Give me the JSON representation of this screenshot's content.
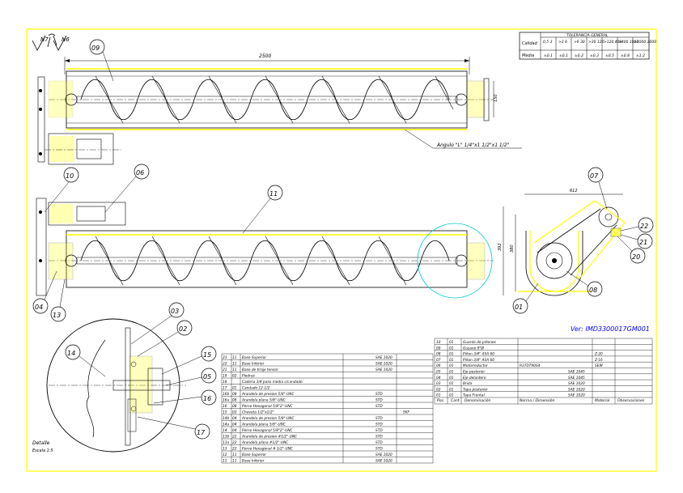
{
  "finish_symbols": [
    "N7",
    "N6"
  ],
  "tolerance_table": {
    "title": "TOLERANCIA GENERAL",
    "header_label": "Calidad",
    "ranges": [
      "0,5\n3",
      ">3\n6",
      ">6\n30",
      ">30\n120",
      ">120\n400",
      ">400\n1000",
      ">1000\n2000"
    ],
    "row_label": "Media",
    "values": [
      "±0,1",
      "±0,1",
      "±0,2",
      "±0,3",
      "±0,5",
      "±0,8",
      "±1,2"
    ]
  },
  "dimensions": {
    "length": "2500",
    "end_height": "150",
    "width_side": "612",
    "height_side": "392",
    "height_side_inner": "380"
  },
  "angle_note": "Angulo \"L\" 1/4\"x1 1/2\"x1 1/2\"",
  "balloons": [
    "09",
    "10",
    "06",
    "11",
    "04",
    "13",
    "07",
    "22",
    "21",
    "20",
    "08",
    "01",
    "03",
    "02",
    "14",
    "15",
    "05",
    "16",
    "17"
  ],
  "detail_label": "Detalle",
  "detail_scale": "Escala 1:5",
  "ref_code": "Ver: IMD3300017GM001",
  "parts_left": [
    {
      "item": "23",
      "qty": "11",
      "desc": "Base Superior",
      "norm": "SAE 1020",
      "mat": ""
    },
    {
      "item": "22",
      "qty": "11",
      "desc": "Base Inferior",
      "norm": "SAE 1020",
      "mat": ""
    },
    {
      "item": "21",
      "qty": "11",
      "desc": "Base de tiraje tensor",
      "norm": "SAE 1020",
      "mat": ""
    },
    {
      "item": "19",
      "qty": "02",
      "desc": "Piedras",
      "norm": "",
      "mat": ""
    },
    {
      "item": "18",
      "qty": "",
      "desc": "Cadena 3/4 paso media c/candado",
      "norm": "",
      "mat": ""
    },
    {
      "item": "17",
      "qty": "01",
      "desc": "Candado 12-1/2",
      "norm": "",
      "mat": ""
    },
    {
      "item": "16b",
      "qty": "08",
      "desc": "Arandela de presion 5/8\"-UNC",
      "norm": "STD",
      "mat": ""
    },
    {
      "item": "16a",
      "qty": "08",
      "desc": "Arandela plana 5/8\"-UNC",
      "norm": "STD",
      "mat": ""
    },
    {
      "item": "16",
      "qty": "08",
      "desc": "Perno Hexagonal 5/8\"2\"-UNC",
      "norm": "STD",
      "mat": ""
    },
    {
      "item": "15",
      "qty": "02",
      "desc": "Chaveta 1/2\"x1/2\"",
      "norm": "",
      "mat": "SKF"
    },
    {
      "item": "14b",
      "qty": "04",
      "desc": "Arandela de presion 5/8\"-UNC",
      "norm": "STD",
      "mat": ""
    },
    {
      "item": "14a",
      "qty": "04",
      "desc": "Arandela plana 5/8\"-UNC",
      "norm": "STD",
      "mat": ""
    },
    {
      "item": "14",
      "qty": "04",
      "desc": "Perno Hexagonal 5/8\"2\"-UNC",
      "norm": "STD",
      "mat": ""
    },
    {
      "item": "13b",
      "qty": "22",
      "desc": "Arandela de presion #1/2\"-UNC",
      "norm": "STD",
      "mat": ""
    },
    {
      "item": "13a",
      "qty": "22",
      "desc": "Arandela plana #1/2\"-UNC",
      "norm": "STD",
      "mat": ""
    },
    {
      "item": "13",
      "qty": "22",
      "desc": "Perno Hexagonal # 1/2\"-UNC",
      "norm": "STD",
      "mat": ""
    },
    {
      "item": "12",
      "qty": "11",
      "desc": "Base Superior",
      "norm": "SAE 1020",
      "mat": ""
    },
    {
      "item": "11",
      "qty": "11",
      "desc": "Base Inferior",
      "norm": "SAE 1020",
      "mat": ""
    }
  ],
  "parts_right": [
    {
      "item": "10",
      "qty": "01",
      "desc": "Guarda de piñones",
      "norm": "",
      "mat": "",
      "obs": ""
    },
    {
      "item": "09",
      "qty": "01",
      "desc": "Gusano 9\"Ø",
      "norm": "",
      "mat": "",
      "obs": ""
    },
    {
      "item": "08",
      "qty": "01",
      "desc": "Piñon 3/4\" ASA 60",
      "norm": "",
      "mat": "",
      "obs": "Z-20"
    },
    {
      "item": "07",
      "qty": "01",
      "desc": "Piñon 3/4\" ASA 60",
      "norm": "",
      "mat": "",
      "obs": "Z-16"
    },
    {
      "item": "06",
      "qty": "01",
      "desc": "Motorreductor",
      "norm": "R37DT90S4",
      "mat": "",
      "obs": "SEW"
    },
    {
      "item": "05",
      "qty": "01",
      "desc": "Eje posterior",
      "norm": "",
      "mat": "SAE 1045",
      "obs": ""
    },
    {
      "item": "04",
      "qty": "01",
      "desc": "Eje delantero",
      "norm": "",
      "mat": "SAE 1045",
      "obs": ""
    },
    {
      "item": "03",
      "qty": "01",
      "desc": "Brida",
      "norm": "",
      "mat": "SAE 1020",
      "obs": ""
    },
    {
      "item": "02",
      "qty": "01",
      "desc": "Tapa posterior",
      "norm": "",
      "mat": "SAE 1020",
      "obs": ""
    },
    {
      "item": "01",
      "qty": "01",
      "desc": "Tapa Frontal",
      "norm": "",
      "mat": "SAE 1020",
      "obs": ""
    }
  ],
  "parts_header": {
    "pos": "Pos.",
    "qty": "Cant.",
    "desc": "Denominación",
    "norm": "Norma / Dimensión",
    "mat": "Material",
    "obs": "Observaciones"
  }
}
